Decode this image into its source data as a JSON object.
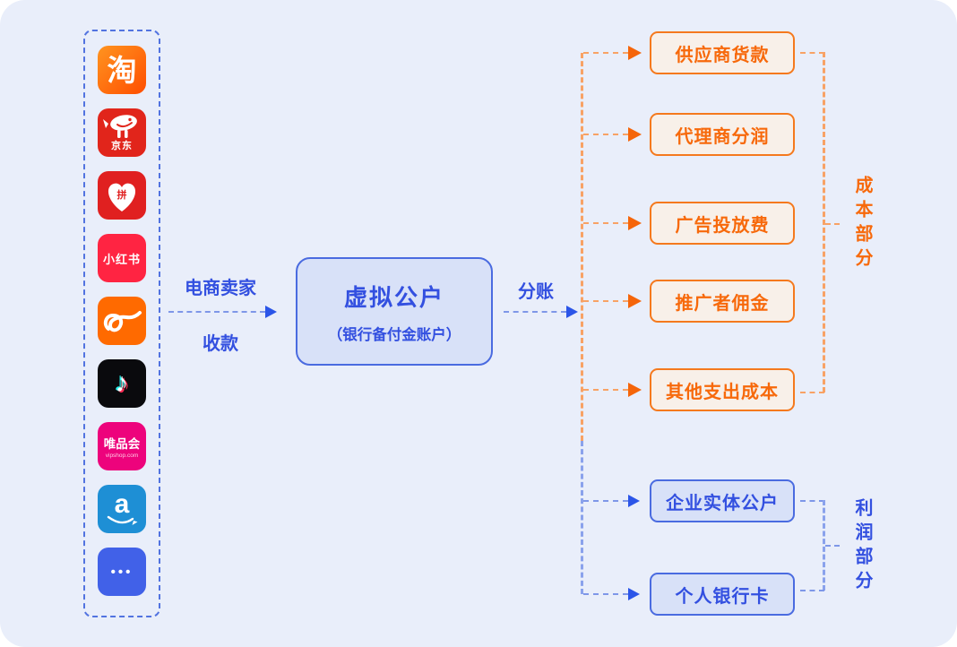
{
  "colors": {
    "background": "#e9eefa",
    "blue_accent": "#3350e0",
    "blue_border": "#4a6be0",
    "blue_dash": "#8aa2ec",
    "orange_accent": "#f7690b",
    "orange_border": "#f5791d",
    "orange_dash": "#f8a265"
  },
  "platforms": {
    "items": [
      {
        "name": "taobao",
        "glyph": "淘"
      },
      {
        "name": "jd",
        "label": "京东"
      },
      {
        "name": "pinduoduo",
        "glyph": "拼"
      },
      {
        "name": "xiaohongshu",
        "label": "小红书"
      },
      {
        "name": "alibaba"
      },
      {
        "name": "douyin",
        "glyph": "♪"
      },
      {
        "name": "vipshop",
        "label": "唯品会",
        "sublabel": "vipshop.com"
      },
      {
        "name": "amazon",
        "glyph": "a"
      },
      {
        "name": "more",
        "glyph": "•••"
      }
    ]
  },
  "flow": {
    "inbound_label_top": "电商卖家",
    "inbound_label_bottom": "收款",
    "center_box": {
      "title": "虚拟公户",
      "subtitle": "（银行备付金账户）"
    },
    "split_label": "分账"
  },
  "cost_items": [
    "供应商货款",
    "代理商分润",
    "广告投放费",
    "推广者佣金",
    "其他支出成本"
  ],
  "profit_items": [
    "企业实体公户",
    "个人银行卡"
  ],
  "groups": {
    "cost_label": "成本部分",
    "profit_label": "利润部分"
  }
}
